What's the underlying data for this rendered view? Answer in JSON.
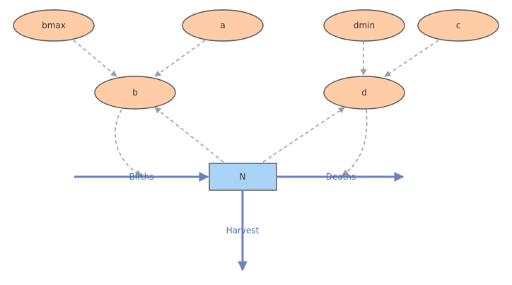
{
  "colors": {
    "aux_fill": "#ffcca8",
    "aux_stroke": "#555555",
    "stock_fill": "#a9d3f7",
    "stock_stroke": "#555555",
    "flow": "#6b82bd",
    "link": "#9e9e9e"
  },
  "variables": {
    "bmax": "bmax",
    "a": "a",
    "dmin": "dmin",
    "c": "c",
    "b": "b",
    "d": "d"
  },
  "stock": {
    "label": "N"
  },
  "flows": {
    "births": "Births",
    "deaths": "Deaths",
    "harvest": "Harvest"
  }
}
